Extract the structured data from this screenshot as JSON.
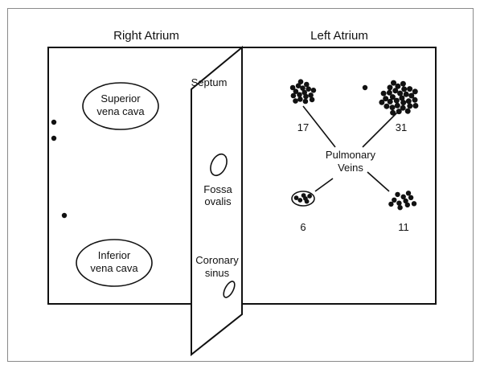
{
  "labels": {
    "right_atrium": "Right Atrium",
    "left_atrium": "Left Atrium",
    "septum": "Septum",
    "svc_line1": "Superior",
    "svc_line2": "vena cava",
    "ivc_line1": "Inferior",
    "ivc_line2": "vena cava",
    "fossa_line1": "Fossa",
    "fossa_line2": "ovalis",
    "coronary_line1": "Coronary",
    "coronary_line2": "sinus",
    "pv_line1": "Pulmonary",
    "pv_line2": "Veins"
  },
  "vein_counts": {
    "top_left": "17",
    "top_right": "31",
    "bottom_left": "6",
    "bottom_right": "11"
  },
  "colors": {
    "ink": "#111111",
    "frame": "#8a8a8a"
  }
}
